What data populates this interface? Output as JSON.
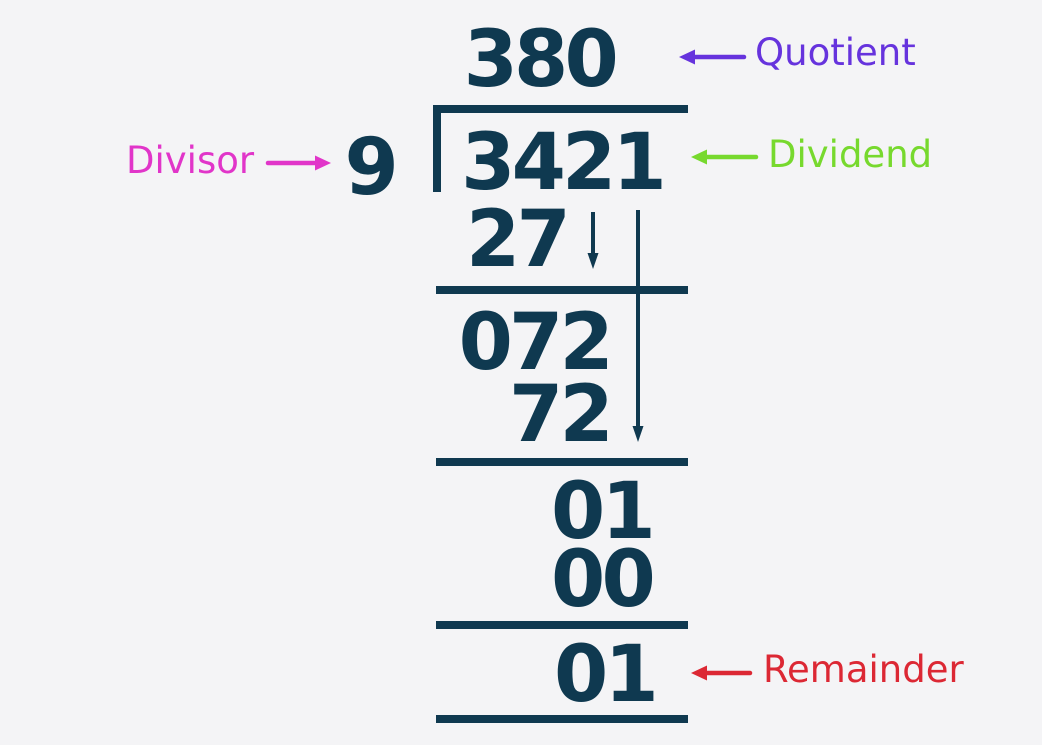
{
  "division": {
    "quotient": "380",
    "divisor": "9",
    "dividend": "3421",
    "steps": {
      "product1": "27",
      "bringdown1": "072",
      "product2": "72",
      "bringdown2": "01",
      "product3": "00",
      "remainder": "01"
    }
  },
  "labels": {
    "quotient": "Quotient",
    "dividend": "Dividend",
    "divisor": "Divisor",
    "remainder": "Remainder"
  },
  "colors": {
    "navy": "#0F3950",
    "purple": "#6633DD",
    "magenta": "#E135C9",
    "green": "#77D92E",
    "red": "#DC2834",
    "background": "#F4F4F6"
  }
}
